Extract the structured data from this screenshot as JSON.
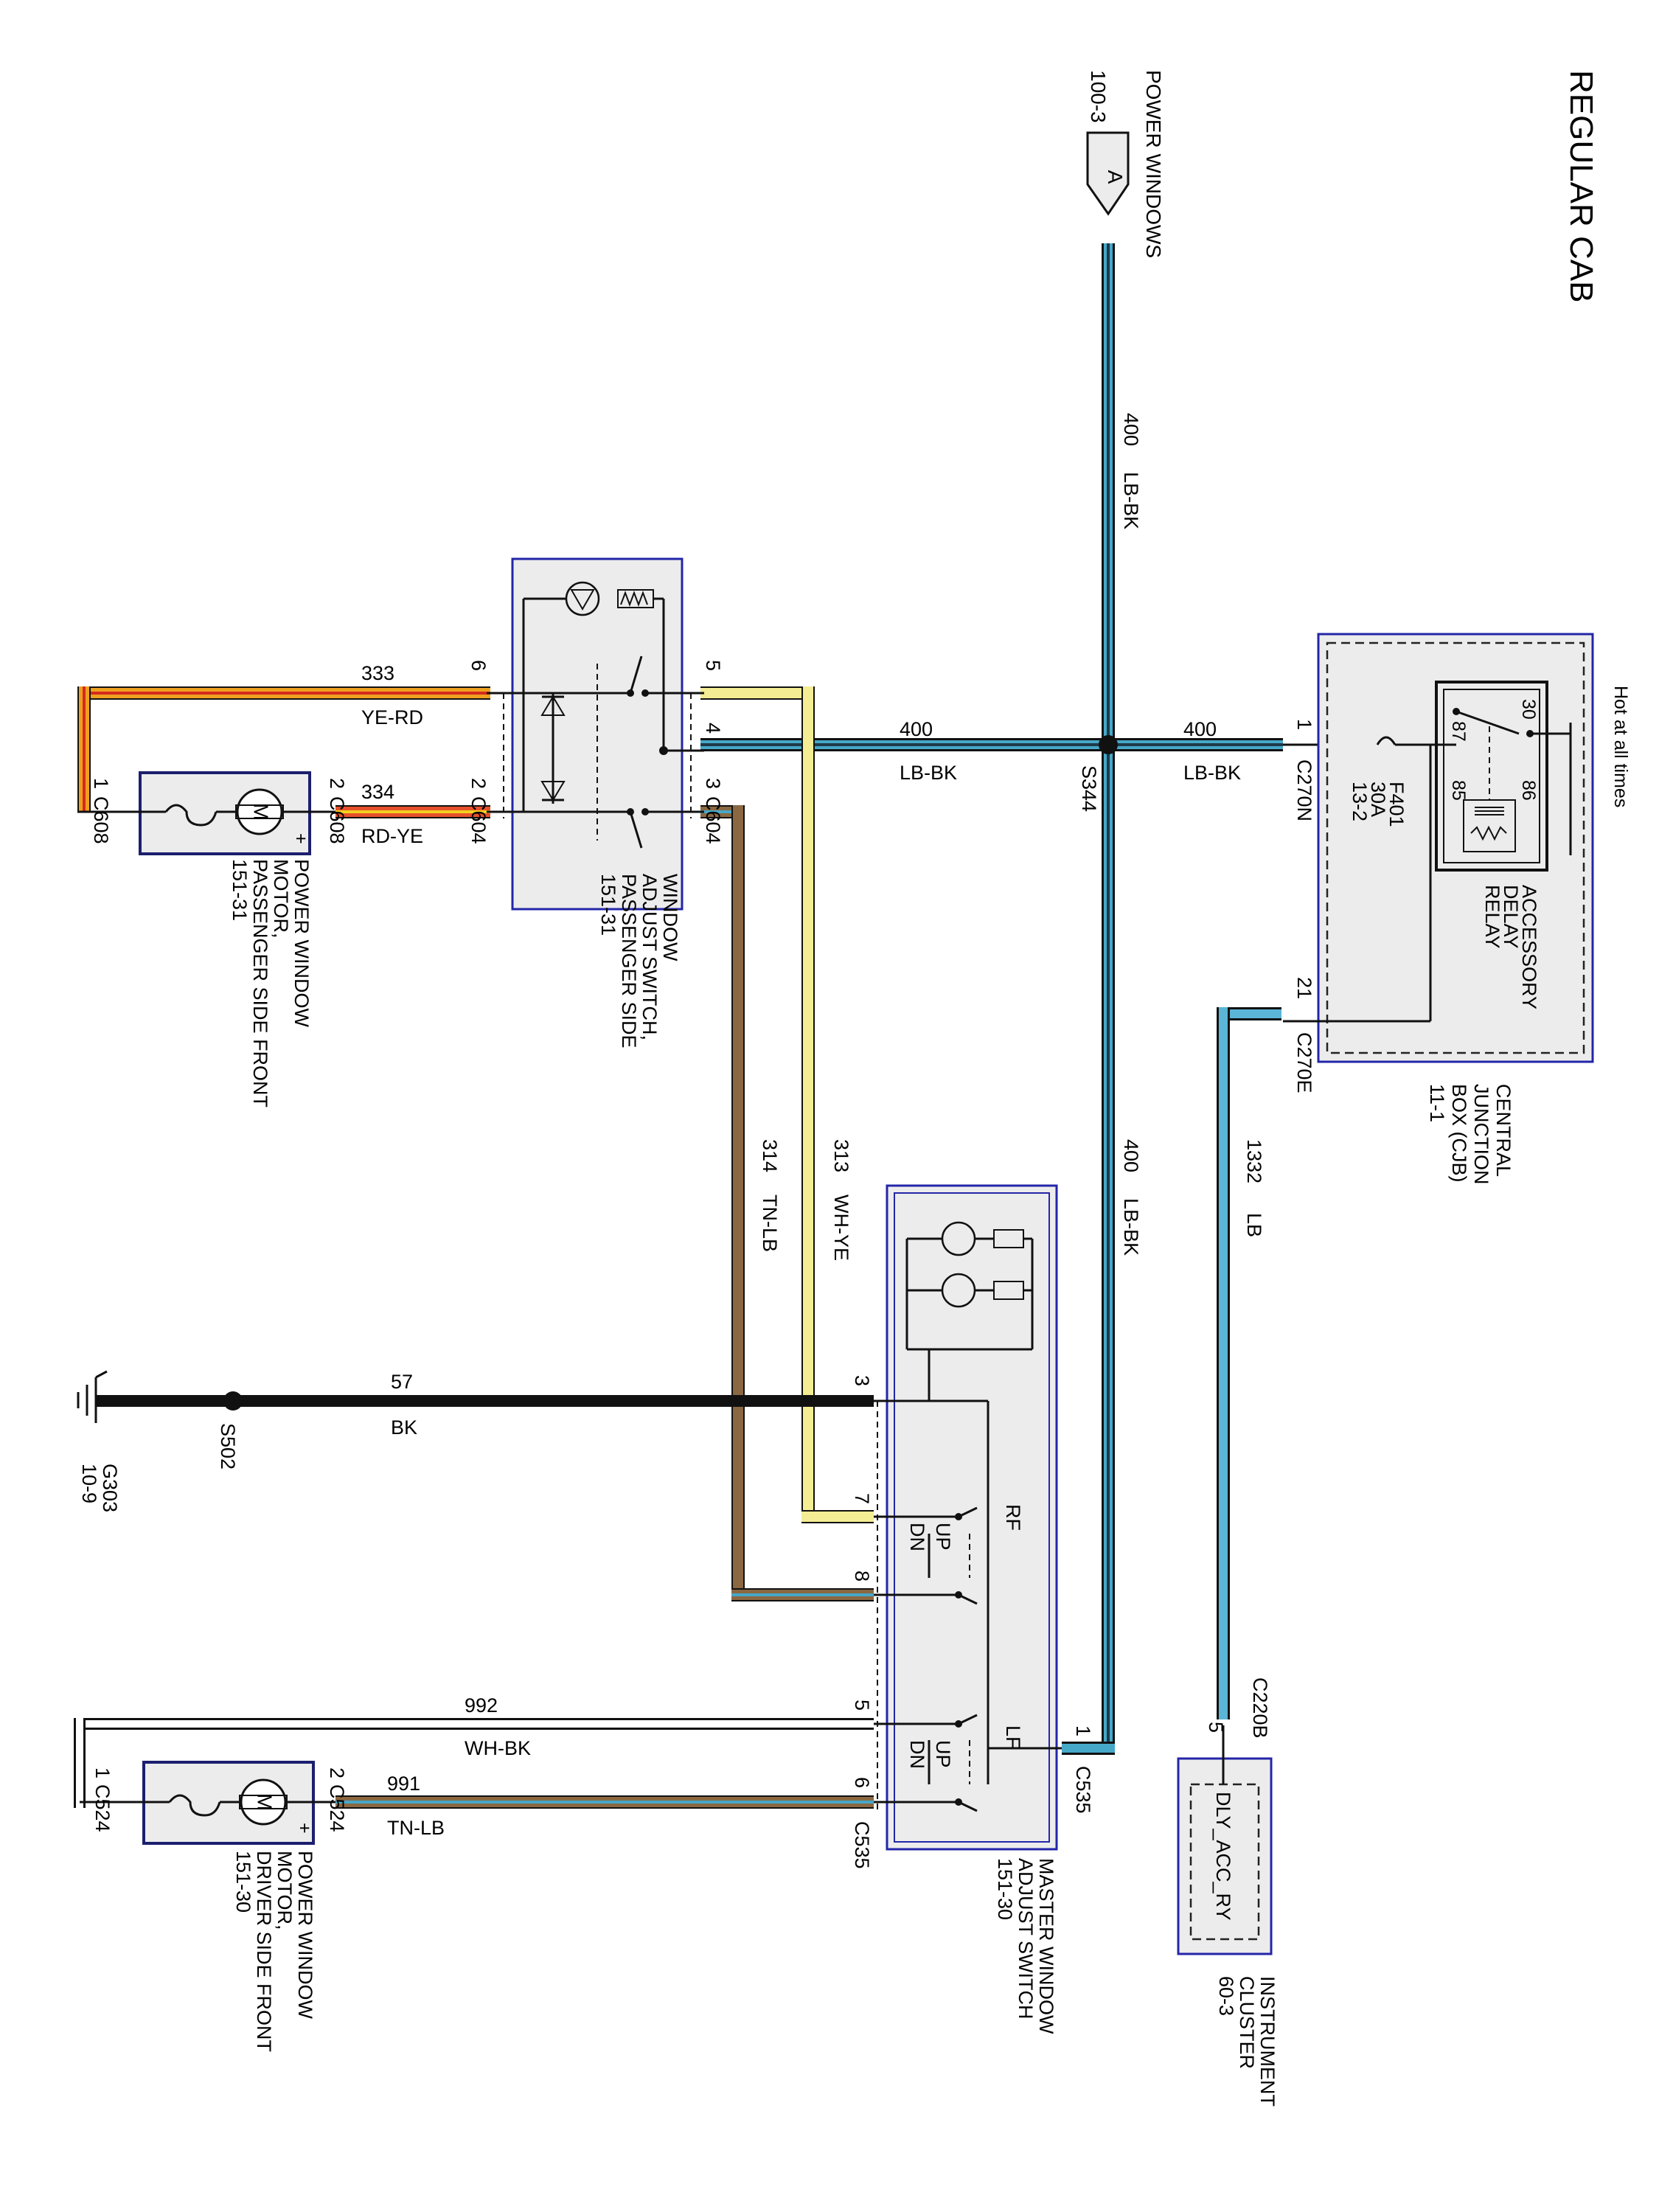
{
  "title": "REGULAR CAB",
  "colors": {
    "LB-BK": "#46a8c8",
    "LB": "#5ab5d6",
    "YE-RD": "#f0a020",
    "RD-YE": "#e6502a",
    "WH-YE": "#f4ed94",
    "TN-LB": "#8a6842",
    "WH-BK": "#ffffff",
    "BK": "#111111",
    "box_border": "#2326a8"
  },
  "labels": {
    "power_windows": "POWER WINDOWS",
    "power_windows_ref": "100-3",
    "connector_a": "A",
    "hot_at_all_times": "Hot at all times",
    "cjb": [
      "CENTRAL",
      "JUNCTION",
      "BOX (CJB)",
      "11-1"
    ],
    "relay": [
      "ACCESSORY",
      "DELAY",
      "RELAY"
    ],
    "fuse": [
      "F401",
      "30A",
      "13-2"
    ],
    "relay_pins": [
      "30",
      "87",
      "85",
      "86"
    ],
    "c270n": "C270N",
    "c270n_pin": "1",
    "c270e": "C270E",
    "c270e_pin": "21",
    "splice_s344": "S344",
    "splice_s502": "S502",
    "ground": [
      "G303",
      "10-9"
    ],
    "inst_cluster": [
      "INSTRUMENT",
      "CLUSTER",
      "60-3"
    ],
    "dly_acc_ry": "DLY_ACC_RY",
    "c220b": "C220B",
    "c220b_pin": "5",
    "pass_switch": [
      "WINDOW",
      "ADJUST SWITCH,",
      "PASSENGER SIDE",
      "151-31"
    ],
    "pass_motor": [
      "POWER WINDOW",
      "MOTOR,",
      "PASSENGER SIDE FRONT",
      "151-31"
    ],
    "master_switch": [
      "MASTER WINDOW",
      "ADJUST SWITCH",
      "151-30"
    ],
    "driver_motor": [
      "POWER WINDOW",
      "MOTOR,",
      "DRIVER SIDE FRONT",
      "151-30"
    ],
    "rf": "RF",
    "lf": "LF",
    "up": "UP",
    "dn": "DN",
    "motor_symbol": "M",
    "plus": "+"
  },
  "circuits": {
    "c400_top": {
      "num": "400",
      "color": "LB-BK"
    },
    "c400_left": {
      "num": "400",
      "color": "LB-BK"
    },
    "c400_right": {
      "num": "400",
      "color": "LB-BK"
    },
    "c400_down": {
      "num": "400",
      "color": "LB-BK"
    },
    "c1332": {
      "num": "1332",
      "color": "LB"
    },
    "c333": {
      "num": "333",
      "color": "YE-RD"
    },
    "c334": {
      "num": "334",
      "color": "RD-YE"
    },
    "c313": {
      "num": "313",
      "color": "WH-YE"
    },
    "c314": {
      "num": "314",
      "color": "TN-LB"
    },
    "c57": {
      "num": "57",
      "color": "BK"
    },
    "c992": {
      "num": "992",
      "color": "WH-BK"
    },
    "c991": {
      "num": "991",
      "color": "TN-LB"
    }
  },
  "pins": {
    "c604": "C604",
    "c608": "C608",
    "c535": "C535",
    "c524": "C524",
    "p6": "6",
    "p5": "5",
    "p4": "4",
    "p3": "3",
    "p2": "2",
    "p1": "1",
    "p7": "7",
    "p8": "8"
  }
}
